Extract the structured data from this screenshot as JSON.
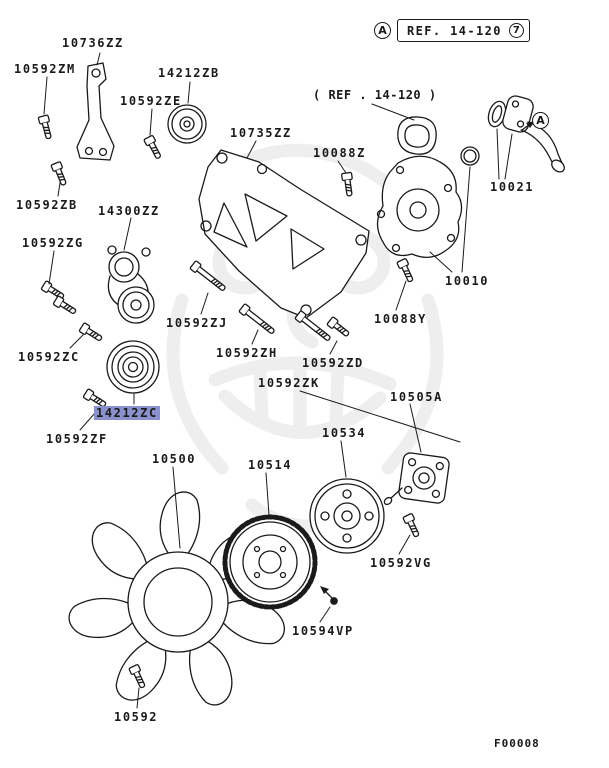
{
  "diagram": {
    "header_ref": {
      "badge_a": "A",
      "ref_label": "REF. 14-120",
      "badge_num": "7"
    },
    "inline_ref_note": "( REF . 14-120 )",
    "pipe_callout": "A",
    "figure_code": "F00008",
    "highlight_color": "#8a91cd",
    "highlighted_part": "14212ZC",
    "labels": [
      "10736ZZ",
      "10592ZM",
      "14212ZB",
      "10592ZE",
      "10735ZZ",
      "10088Z",
      "10021",
      "10592ZB",
      "14300ZZ",
      "10592ZG",
      "10010",
      "10088Y",
      "10592ZJ",
      "10592ZH",
      "10592ZD",
      "10592ZC",
      "10592ZK",
      "10505A",
      "14212ZC",
      "10592ZF",
      "10534",
      "10500",
      "10514",
      "10592VG",
      "10594VP",
      "10592"
    ]
  }
}
